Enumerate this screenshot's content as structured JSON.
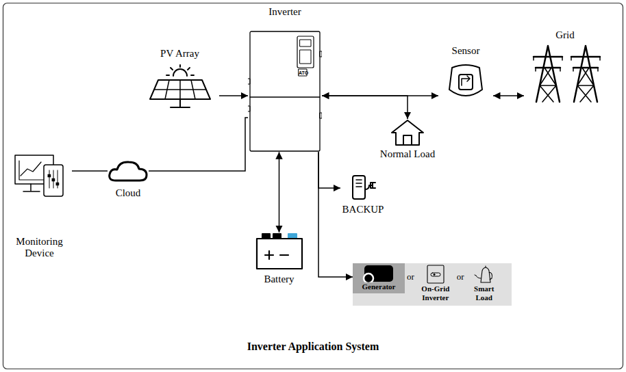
{
  "diagram": {
    "caption": "Inverter Application System",
    "nodes": [
      {
        "text": [
          "PV Array"
        ]
      },
      {
        "text": [
          "Inverter"
        ]
      },
      {
        "text": [
          "Sensor"
        ]
      },
      {
        "text": [
          "Grid"
        ]
      },
      {
        "text": [
          "Normal Load"
        ]
      },
      {
        "text": [
          "Monitoring Device"
        ]
      },
      {
        "text": [
          "Cloud"
        ]
      },
      {
        "text": [
          "BACKUP"
        ]
      },
      {
        "text": [
          "Battery"
        ]
      },
      {
        "text": [
          "or",
          "or"
        ]
      },
      {
        "text": [
          "Generator"
        ],
        "in": 9
      },
      {
        "text": [
          "On-Grid Inverter"
        ],
        "in": 9
      },
      {
        "text": [
          "Smart Load"
        ],
        "in": 9
      }
    ],
    "edges": [
      {
        "from": 0,
        "to": 1,
        "arrow": "to"
      },
      {
        "from": 1,
        "to": 2,
        "arrow": "both"
      },
      {
        "from": 1,
        "to": 4,
        "arrow": "to"
      },
      {
        "from": 2,
        "to": 3,
        "arrow": "both"
      },
      {
        "from": 5,
        "to": 6,
        "arrow": "none"
      },
      {
        "from": 6,
        "to": 1,
        "arrow": "none"
      },
      {
        "from": 1,
        "to": 7,
        "arrow": "to"
      },
      {
        "from": 1,
        "to": 8,
        "arrow": "both"
      },
      {
        "from": 1,
        "to": 9,
        "arrow": "to"
      }
    ],
    "labels": [
      "ATO"
    ]
  }
}
